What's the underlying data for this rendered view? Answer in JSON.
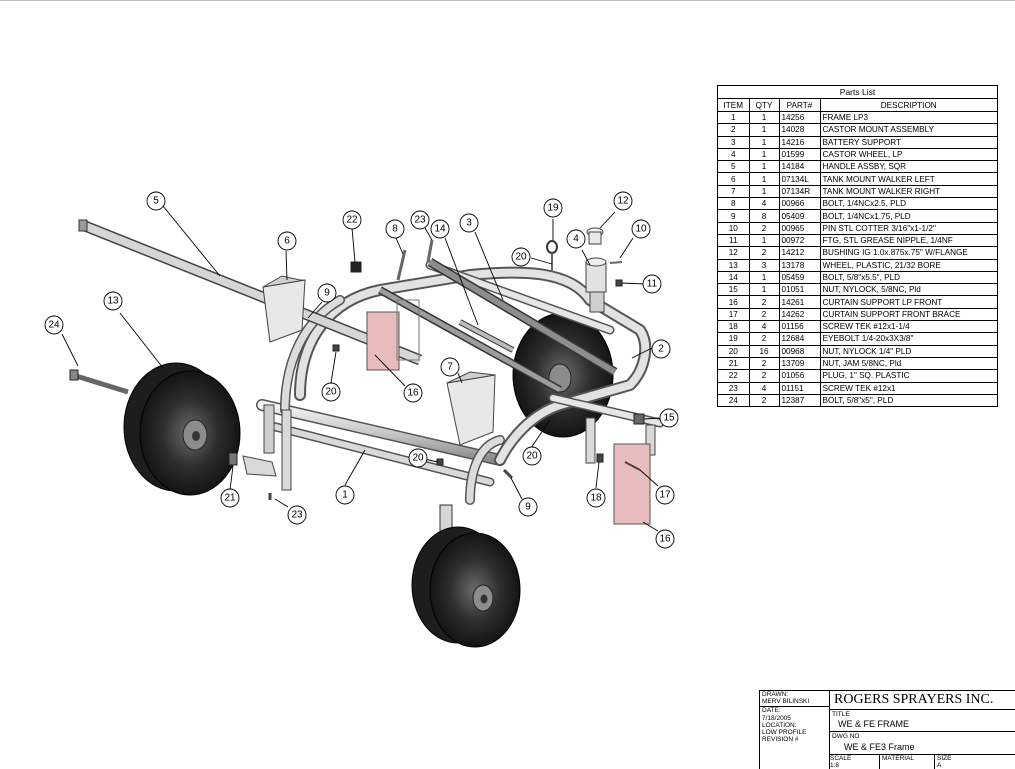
{
  "parts_list": {
    "title": "Parts List",
    "headers": [
      "ITEM",
      "QTY",
      "PART#",
      "DESCRIPTION"
    ],
    "rows": [
      [
        "1",
        "1",
        "14256",
        "FRAME LP3"
      ],
      [
        "2",
        "1",
        "14028",
        "CASTOR MOUNT ASSEMBLY"
      ],
      [
        "3",
        "1",
        "14216",
        "BATTERY SUPPORT"
      ],
      [
        "4",
        "1",
        "01599",
        "CASTOR WHEEL, LP"
      ],
      [
        "5",
        "1",
        "14184",
        "HANDLE ASSBY, SQR"
      ],
      [
        "6",
        "1",
        "07134L",
        "TANK MOUNT WALKER LEFT"
      ],
      [
        "7",
        "1",
        "07134R",
        "TANK MOUNT WALKER RIGHT"
      ],
      [
        "8",
        "4",
        "00966",
        "BOLT, 1/4NCx2.5, PLD"
      ],
      [
        "9",
        "8",
        "05409",
        "BOLT, 1/4NCx1.75, PLD"
      ],
      [
        "10",
        "2",
        "00965",
        "PIN STL COTTER 3/16\"x1-1/2\""
      ],
      [
        "11",
        "1",
        "00972",
        "FTG, STL GREASE NIPPLE, 1/4NF"
      ],
      [
        "12",
        "2",
        "14212",
        "BUSHING IG 1.0x.875x.75\" W/FLANGE"
      ],
      [
        "13",
        "3",
        "13178",
        "WHEEL, PLASTIC, 21/32 BORE"
      ],
      [
        "14",
        "1",
        "05459",
        "BOLT, 5/8\"x5.5\", PLD"
      ],
      [
        "15",
        "1",
        "01051",
        "NUT, NYLOCK, 5/8NC, Pld"
      ],
      [
        "16",
        "2",
        "14261",
        "CURTAIN SUPPORT LP FRONT"
      ],
      [
        "17",
        "2",
        "14262",
        "CURTAIN SUPPORT FRONT BRACE"
      ],
      [
        "18",
        "4",
        "01156",
        "SCREW TEK #12x1-1/4"
      ],
      [
        "19",
        "2",
        "12684",
        "EYEBOLT 1/4-20x3X3/8\""
      ],
      [
        "20",
        "16",
        "00968",
        "NUT, NYLOCK 1/4\" PLD"
      ],
      [
        "21",
        "2",
        "13709",
        "NUT, JAM 5/8NC, Pld"
      ],
      [
        "22",
        "2",
        "01056",
        "PLUG, 1\" SQ. PLASTIC"
      ],
      [
        "23",
        "4",
        "01151",
        "SCREW TEK #12x1"
      ],
      [
        "24",
        "2",
        "12387",
        "BOLT, 5/8\"x5\", PLD"
      ]
    ]
  },
  "title_block": {
    "drawn_label": "DRAWN:",
    "drawn_value": "MERV BILINSKI",
    "date_label": "DATE:",
    "date_value": "7/18/2005",
    "location_label": "LOCATION:",
    "location_value": "LOW PROFILE",
    "revision_label": "REVISION #",
    "company": "ROGERS SPRAYERS INC.",
    "title_label": "TITLE",
    "title_value": "WE & FE FRAME",
    "dwg_label": "DWG NO",
    "dwg_value": "WE & FE3 Frame",
    "scale_label": "SCALE",
    "scale_value": "1:8",
    "material_label": "MATERIAL",
    "size_label": "SIZE",
    "size_value": "A"
  },
  "callouts": [
    {
      "label": "5"
    },
    {
      "label": "6"
    },
    {
      "label": "22"
    },
    {
      "label": "8"
    },
    {
      "label": "23"
    },
    {
      "label": "14"
    },
    {
      "label": "3"
    },
    {
      "label": "19"
    },
    {
      "label": "12"
    },
    {
      "label": "4"
    },
    {
      "label": "10"
    },
    {
      "label": "20"
    },
    {
      "label": "11"
    },
    {
      "label": "9"
    },
    {
      "label": "13"
    },
    {
      "label": "24"
    },
    {
      "label": "20"
    },
    {
      "label": "16"
    },
    {
      "label": "7"
    },
    {
      "label": "2"
    },
    {
      "label": "15"
    },
    {
      "label": "20"
    },
    {
      "label": "20"
    },
    {
      "label": "21"
    },
    {
      "label": "1"
    },
    {
      "label": "23"
    },
    {
      "label": "9"
    },
    {
      "label": "18"
    },
    {
      "label": "17"
    },
    {
      "label": "16"
    }
  ]
}
